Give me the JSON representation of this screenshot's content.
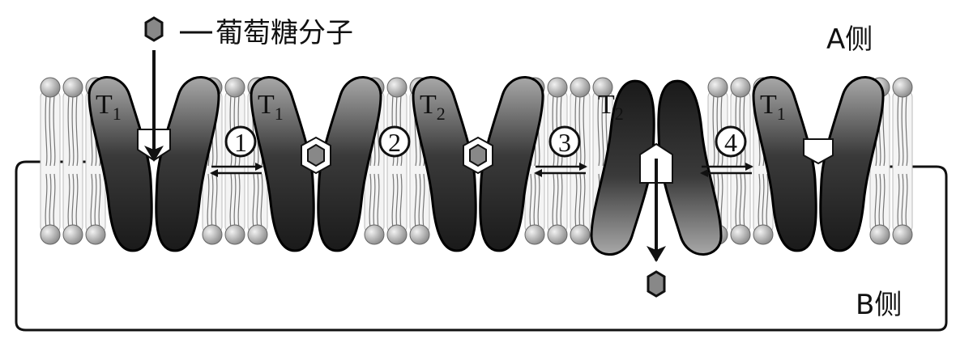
{
  "legend": {
    "glucose_label": "葡萄糖分子"
  },
  "sides": {
    "a": "A侧",
    "b": "B侧"
  },
  "transporters": [
    {
      "name": "T",
      "sub": "1"
    },
    {
      "name": "T",
      "sub": "1"
    },
    {
      "name": "T",
      "sub": "2"
    },
    {
      "name": "T",
      "sub": "2"
    },
    {
      "name": "T",
      "sub": "1"
    }
  ],
  "steps": [
    "1",
    "2",
    "3",
    "4"
  ],
  "colors": {
    "protein_dark": "#1e1e1e",
    "protein_light": "#9a9a9a",
    "lipid_head": "#b5b5b5"
  }
}
